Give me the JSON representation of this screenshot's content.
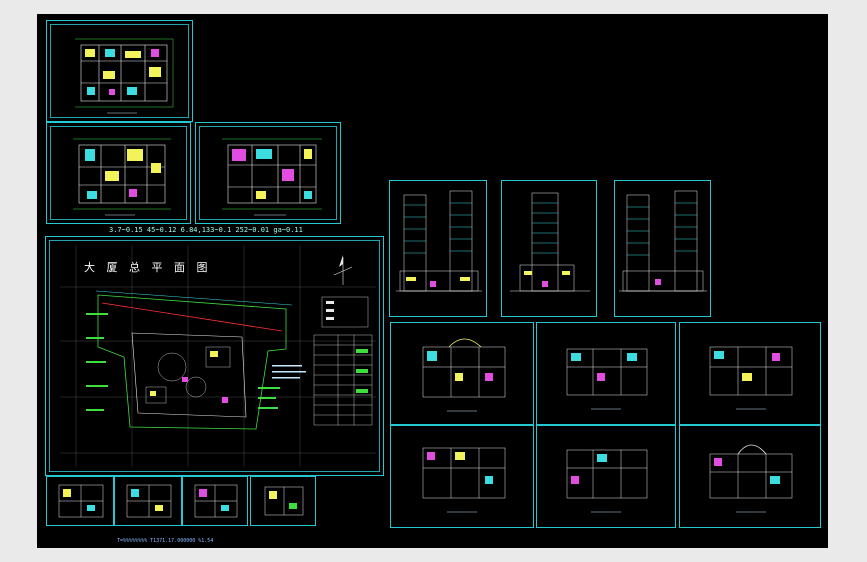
{
  "drawing": {
    "site_plan_title": "大 厦 总 平 面 图",
    "coord_strip": "3.7~0.15   45~0.12   6.84,133~0.1   252~0.01   ga~0.11",
    "footer_note": "T=%%%%%%%% T1371.17.000000 %1.54",
    "colors": {
      "background": "#000000",
      "frame": "#23c8d0",
      "walls": "#e8e8e8",
      "rooms_yellow": "#f2f25a",
      "rooms_cyan": "#3cdce0",
      "rooms_magenta": "#e04de0",
      "green": "#3ede3e",
      "red": "#ff3030"
    }
  }
}
